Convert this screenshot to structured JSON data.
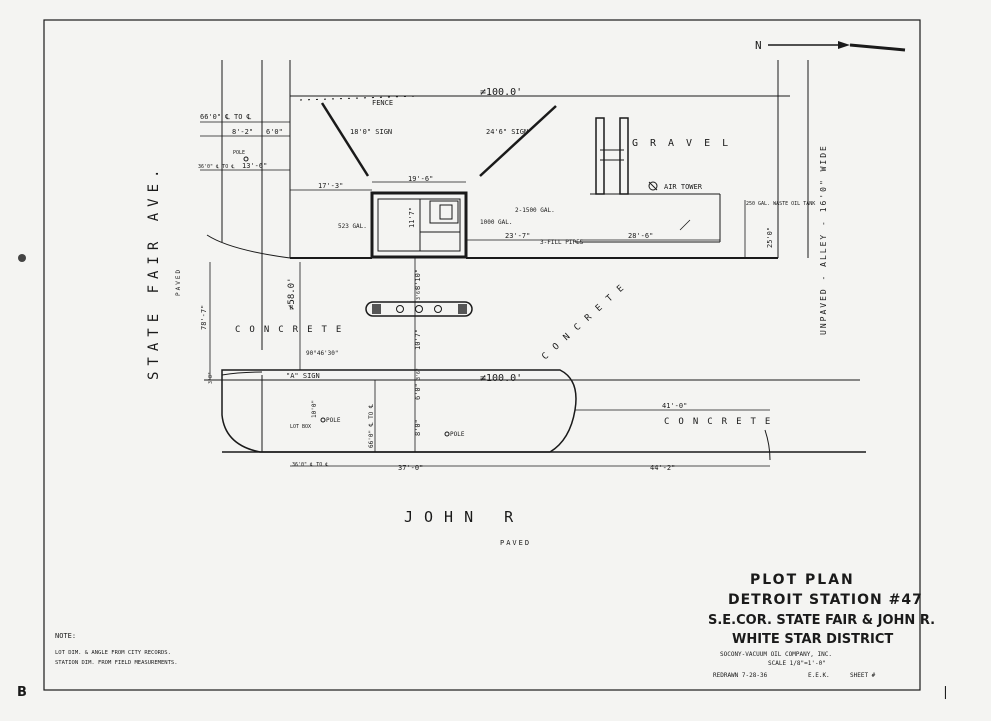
{
  "north": "N",
  "streets": {
    "state_fair": "STATE FAIR AVE.",
    "state_fair_paved": "PAVED",
    "john_r": "JOHN R",
    "john_r_paved": "PAVED",
    "alley": "UNPAVED - ALLEY - 16'0\" WIDE"
  },
  "surfaces": {
    "concrete_left": "CONCRETE",
    "concrete_diag": "CONCRETE",
    "concrete_right": "CONCRETE",
    "gravel": "GRAVEL"
  },
  "labels": {
    "fence": "FENCE",
    "sign_18": "18'0\" SIGN",
    "sign_24": "24'6\" SIGN",
    "air_tower": "AIR TOWER",
    "pole_top": "POLE",
    "pole_mid": "POLE",
    "pole_low": "POLE",
    "a_sign": "\"A\" SIGN",
    "tank_523": "523 GAL.",
    "tank_1000": "1000 GAL.",
    "tank_2_1500": "2-1500 GAL.",
    "fill_pipes": "3-FILL PIPES",
    "waste_oil": "250 GAL. WASTE OIL TANK",
    "lot_box": "LOT BOX"
  },
  "dims": {
    "top_100": "≠100.0'",
    "bottom_100": "≠100.0'",
    "d_66_ctoc": "66'0\" ℄ TO ℄",
    "d_8_2": "8'-2\"",
    "d_6_0": "6'0\"",
    "d_36_ctoc": "36'0\" ℄ TO ℄",
    "d_13_6": "13'-6\"",
    "d_17_3": "17'-3\"",
    "d_19_6": "19'-6\"",
    "d_11_7": "11'7\"",
    "d_23_7": "23'-7\"",
    "d_28_6": "28'-6\"",
    "d_25_0": "25'0\"",
    "d_58_0": "≠58.0'",
    "d_78_7": "78'-7\"",
    "d_8_10": "8'10\"",
    "d_3_6a": "3'6\"",
    "d_10_7": "10'7\"",
    "d_3_6b": "3'6\"",
    "d_3_8": "3'8\"",
    "d_6_0b": "6'0\"",
    "d_8_0": "8'0\"",
    "d_10_0": "10'0\"",
    "d_66_0": "66'0\" ℄ TO ℄",
    "d_41_0": "41'-0\"",
    "d_37_0": "37'-0\"",
    "d_44_2": "44'-2\"",
    "d_36_0b": "36'0\" ℄ TO ℄",
    "angle": "90°46'30\""
  },
  "title_block": {
    "line1": "PLOT PLAN",
    "line2": "DETROIT STATION #47",
    "line3": "S.E.COR. STATE FAIR & JOHN R.",
    "line4": "WHITE STAR DISTRICT",
    "company": "SOCONY-VACUUM OIL COMPANY, INC.",
    "scale": "SCALE 1/8\"=1'-0\"",
    "redrawn": "REDRAWN 7-28-36",
    "initials": "E.E.K.",
    "sheet": "SHEET #"
  },
  "notes": {
    "heading": "NOTE:",
    "line1": "LOT DIM. & ANGLE FROM CITY RECORDS.",
    "line2": "STATION DIM. FROM FIELD MEASUREMENTS."
  },
  "corner_marks": {
    "left": "B",
    "right": "❘"
  }
}
